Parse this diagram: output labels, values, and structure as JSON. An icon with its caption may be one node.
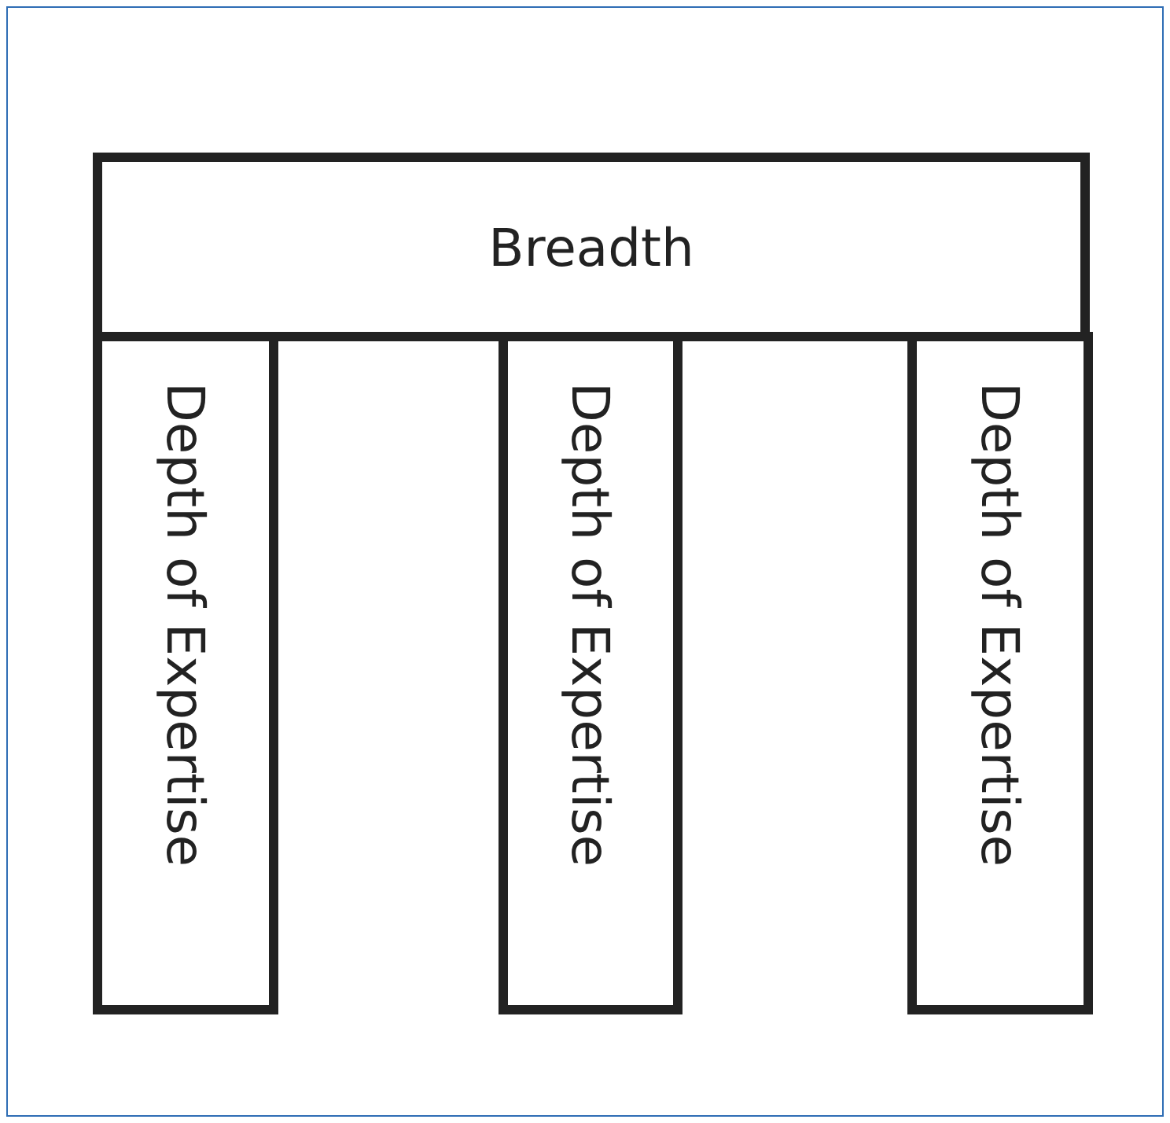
{
  "diagram": {
    "nodes": [
      {
        "text": [
          "Breadth"
        ]
      },
      {
        "text": [
          "Depth of Expertise"
        ]
      },
      {
        "text": [
          "Depth of Expertise"
        ]
      },
      {
        "text": [
          "Depth of Expertise"
        ]
      }
    ]
  }
}
